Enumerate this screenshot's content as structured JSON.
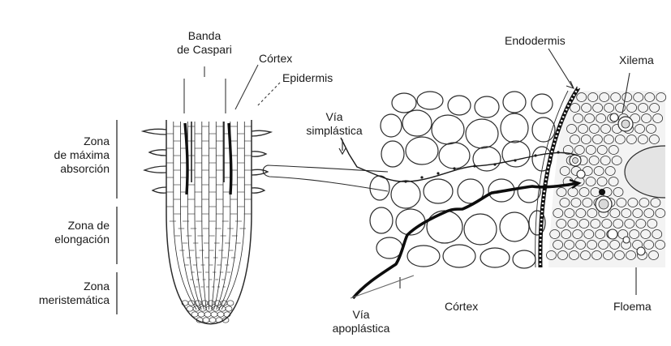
{
  "labels": {
    "banda_caspari": [
      "Banda",
      "de Caspari"
    ],
    "cortex_top": "Córtex",
    "epidermis": "Epidermis",
    "endodermis": "Endodermis",
    "xilema": "Xilema",
    "via_simplastica": [
      "Vía",
      "simplástica"
    ],
    "zona_absorcion": [
      "Zona",
      "de máxima",
      "absorción"
    ],
    "zona_elongacion": [
      "Zona de",
      "elongación"
    ],
    "zona_meristematica": [
      "Zona",
      "meristemática"
    ],
    "via_apoplastica": [
      "Vía",
      "apoplástica"
    ],
    "cortex_bottom": "Córtex",
    "floema": "Floema"
  },
  "colors": {
    "ink": "#1a1a1a",
    "line": "#2b2b2b",
    "light": "#6a6a6a",
    "stele": "#e4e4e4"
  }
}
